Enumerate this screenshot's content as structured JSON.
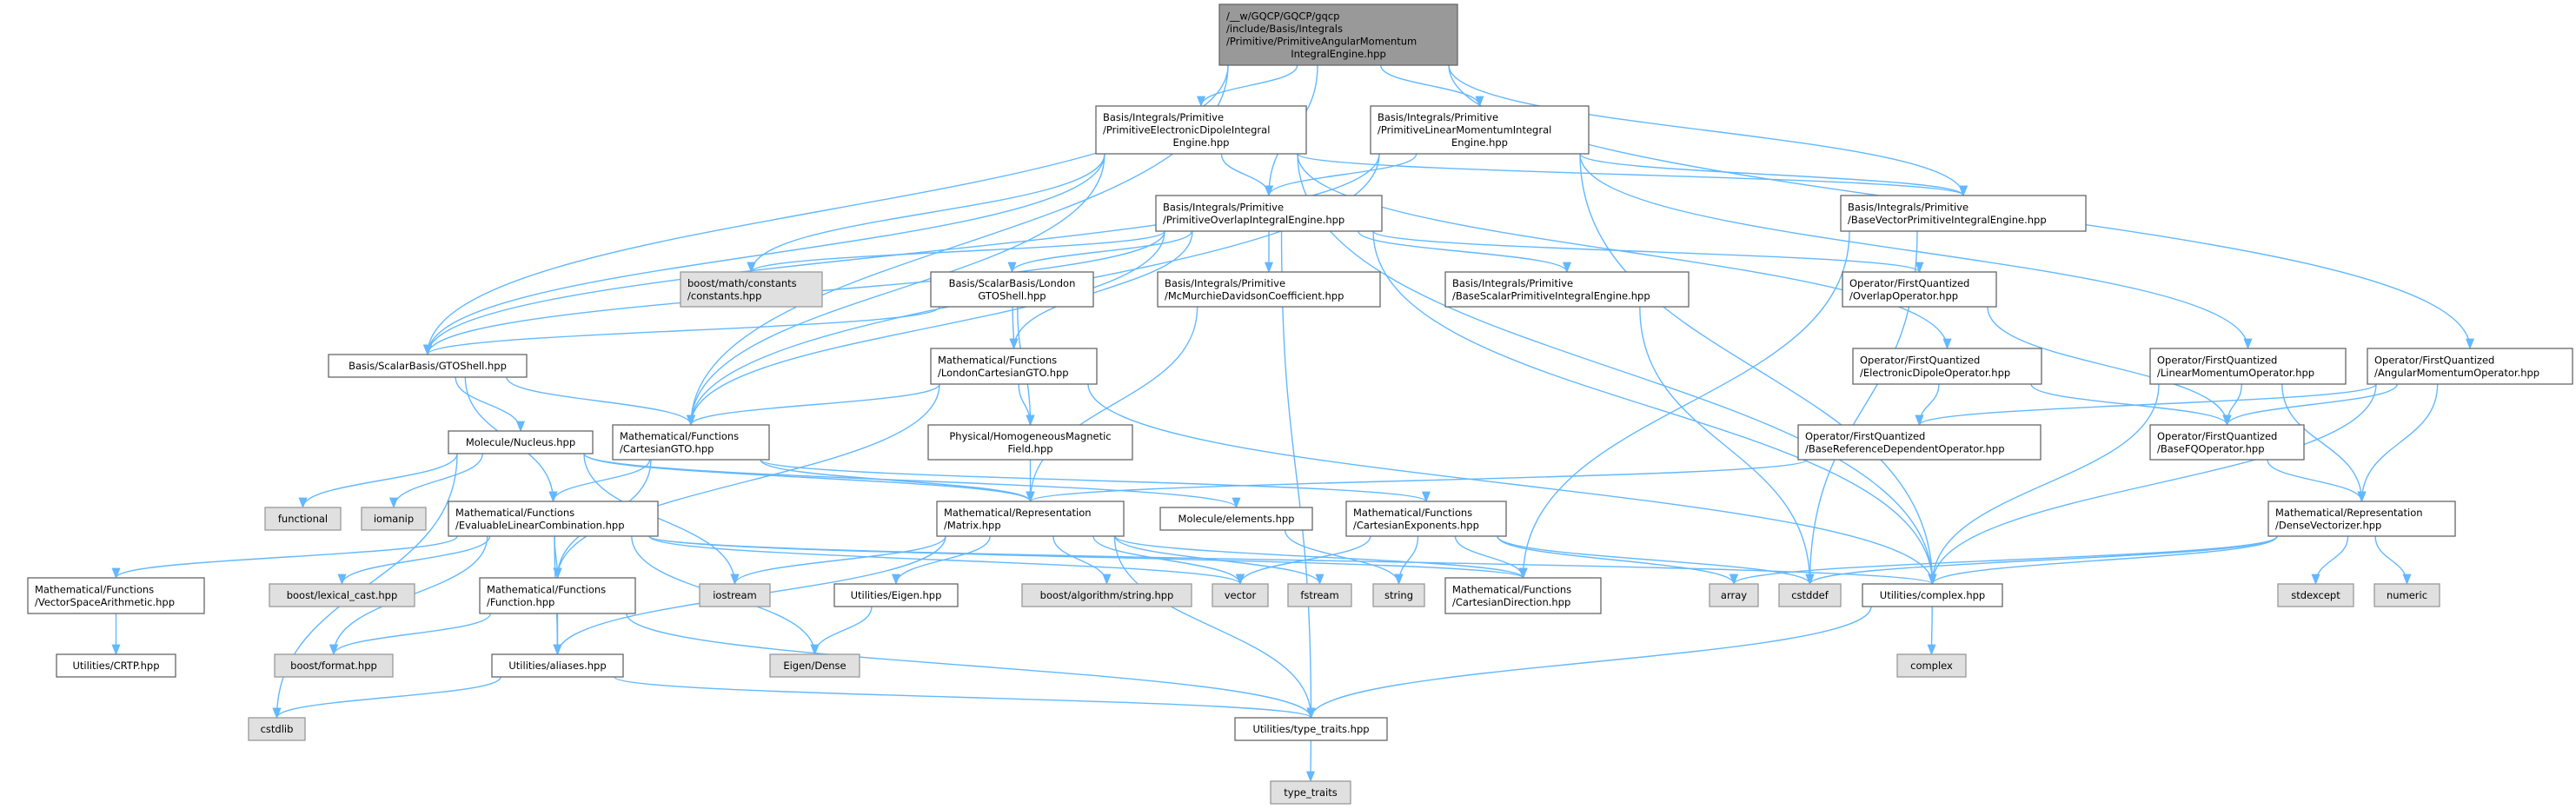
{
  "graph": {
    "colors": {
      "edge": "#63b8ff",
      "root_fill": "#999999",
      "file_fill": "#ffffff",
      "system_fill": "#e0e0e0",
      "border_file": "#666666",
      "border_system": "#999999"
    },
    "nodes": [
      {
        "id": "root",
        "kind": "root",
        "label": [
          "/__w/GQCP/GQCP/gqcp",
          "/include/Basis/Integrals",
          "/Primitive/PrimitiveAngularMomentum",
          "IntegralEngine.hpp"
        ]
      },
      {
        "id": "edip",
        "kind": "file",
        "label": [
          "Basis/Integrals/Primitive",
          "/PrimitiveElectronicDipoleIntegral",
          "Engine.hpp"
        ]
      },
      {
        "id": "linm",
        "kind": "file",
        "label": [
          "Basis/Integrals/Primitive",
          "/PrimitiveLinearMomentumIntegral",
          "Engine.hpp"
        ]
      },
      {
        "id": "ovl",
        "kind": "file",
        "label": [
          "Basis/Integrals/Primitive",
          "/PrimitiveOverlapIntegralEngine.hpp"
        ]
      },
      {
        "id": "bvec",
        "kind": "file",
        "label": [
          "Basis/Integrals/Primitive",
          "/BaseVectorPrimitiveIntegralEngine.hpp"
        ]
      },
      {
        "id": "bconst",
        "kind": "system",
        "label": [
          "boost/math/constants",
          "/constants.hpp"
        ]
      },
      {
        "id": "lgto",
        "kind": "file",
        "label": [
          "Basis/ScalarBasis/London",
          "GTOShell.hpp"
        ]
      },
      {
        "id": "mcm",
        "kind": "file",
        "label": [
          "Basis/Integrals/Primitive",
          "/McMurchieDavidsonCoefficient.hpp"
        ]
      },
      {
        "id": "bscal",
        "kind": "file",
        "label": [
          "Basis/Integrals/Primitive",
          "/BaseScalarPrimitiveIntegralEngine.hpp"
        ]
      },
      {
        "id": "ovop",
        "kind": "file",
        "label": [
          "Operator/FirstQuantized",
          "/OverlapOperator.hpp"
        ]
      },
      {
        "id": "gto",
        "kind": "file",
        "label": [
          "Basis/ScalarBasis/GTOShell.hpp"
        ]
      },
      {
        "id": "lcgto",
        "kind": "file",
        "label": [
          "Mathematical/Functions",
          "/LondonCartesianGTO.hpp"
        ]
      },
      {
        "id": "edop",
        "kind": "file",
        "label": [
          "Operator/FirstQuantized",
          "/ElectronicDipoleOperator.hpp"
        ]
      },
      {
        "id": "lmop",
        "kind": "file",
        "label": [
          "Operator/FirstQuantized",
          "/LinearMomentumOperator.hpp"
        ]
      },
      {
        "id": "amop",
        "kind": "file",
        "label": [
          "Operator/FirstQuantized",
          "/AngularMomentumOperator.hpp"
        ]
      },
      {
        "id": "nuc",
        "kind": "file",
        "label": [
          "Molecule/Nucleus.hpp"
        ]
      },
      {
        "id": "cgto",
        "kind": "file",
        "label": [
          "Mathematical/Functions",
          "/CartesianGTO.hpp"
        ]
      },
      {
        "id": "hmf",
        "kind": "file",
        "label": [
          "Physical/HomogeneousMagnetic",
          "Field.hpp"
        ]
      },
      {
        "id": "brdo",
        "kind": "file",
        "label": [
          "Operator/FirstQuantized",
          "/BaseReferenceDependentOperator.hpp"
        ]
      },
      {
        "id": "bfq",
        "kind": "file",
        "label": [
          "Operator/FirstQuantized",
          "/BaseFQOperator.hpp"
        ]
      },
      {
        "id": "functional",
        "kind": "system",
        "label": [
          "functional"
        ]
      },
      {
        "id": "iomanip",
        "kind": "system",
        "label": [
          "iomanip"
        ]
      },
      {
        "id": "elc",
        "kind": "file",
        "label": [
          "Mathematical/Functions",
          "/EvaluableLinearCombination.hpp"
        ]
      },
      {
        "id": "mat",
        "kind": "file",
        "label": [
          "Mathematical/Representation",
          "/Matrix.hpp"
        ]
      },
      {
        "id": "elem",
        "kind": "file",
        "label": [
          "Molecule/elements.hpp"
        ]
      },
      {
        "id": "cexp",
        "kind": "file",
        "label": [
          "Mathematical/Functions",
          "/CartesianExponents.hpp"
        ]
      },
      {
        "id": "dv",
        "kind": "file",
        "label": [
          "Mathematical/Representation",
          "/DenseVectorizer.hpp"
        ]
      },
      {
        "id": "vsa",
        "kind": "file",
        "label": [
          "Mathematical/Functions",
          "/VectorSpaceArithmetic.hpp"
        ]
      },
      {
        "id": "lex",
        "kind": "system",
        "label": [
          "boost/lexical_cast.hpp"
        ]
      },
      {
        "id": "func",
        "kind": "file",
        "label": [
          "Mathematical/Functions",
          "/Function.hpp"
        ]
      },
      {
        "id": "iostream",
        "kind": "system",
        "label": [
          "iostream"
        ]
      },
      {
        "id": "ueig",
        "kind": "file",
        "label": [
          "Utilities/Eigen.hpp"
        ]
      },
      {
        "id": "balg",
        "kind": "system",
        "label": [
          "boost/algorithm/string.hpp"
        ]
      },
      {
        "id": "vector",
        "kind": "system",
        "label": [
          "vector"
        ]
      },
      {
        "id": "fstream",
        "kind": "system",
        "label": [
          "fstream"
        ]
      },
      {
        "id": "string",
        "kind": "system",
        "label": [
          "string"
        ]
      },
      {
        "id": "cdir",
        "kind": "file",
        "label": [
          "Mathematical/Functions",
          "/CartesianDirection.hpp"
        ]
      },
      {
        "id": "array",
        "kind": "system",
        "label": [
          "array"
        ]
      },
      {
        "id": "cstddef",
        "kind": "system",
        "label": [
          "cstddef"
        ]
      },
      {
        "id": "ucx",
        "kind": "file",
        "label": [
          "Utilities/complex.hpp"
        ]
      },
      {
        "id": "stdexcept",
        "kind": "system",
        "label": [
          "stdexcept"
        ]
      },
      {
        "id": "numeric",
        "kind": "system",
        "label": [
          "numeric"
        ]
      },
      {
        "id": "crtp",
        "kind": "file",
        "label": [
          "Utilities/CRTP.hpp"
        ]
      },
      {
        "id": "bfmt",
        "kind": "system",
        "label": [
          "boost/format.hpp"
        ]
      },
      {
        "id": "alias",
        "kind": "file",
        "label": [
          "Utilities/aliases.hpp"
        ]
      },
      {
        "id": "edense",
        "kind": "system",
        "label": [
          "Eigen/Dense"
        ]
      },
      {
        "id": "ccomplex",
        "kind": "system",
        "label": [
          "complex"
        ]
      },
      {
        "id": "cstdlib",
        "kind": "system",
        "label": [
          "cstdlib"
        ]
      },
      {
        "id": "utt",
        "kind": "file",
        "label": [
          "Utilities/type_traits.hpp"
        ]
      },
      {
        "id": "tt",
        "kind": "system",
        "label": [
          "type_traits"
        ]
      }
    ],
    "edges": [
      [
        "root",
        "edip"
      ],
      [
        "root",
        "linm"
      ],
      [
        "root",
        "ovl"
      ],
      [
        "root",
        "gto"
      ],
      [
        "root",
        "cgto"
      ],
      [
        "root",
        "bvec"
      ],
      [
        "root",
        "amop"
      ],
      [
        "edip",
        "ovl"
      ],
      [
        "edip",
        "bvec"
      ],
      [
        "edip",
        "bconst"
      ],
      [
        "edip",
        "gto"
      ],
      [
        "edip",
        "cgto"
      ],
      [
        "edip",
        "edop"
      ],
      [
        "edip",
        "ucx"
      ],
      [
        "linm",
        "ovl"
      ],
      [
        "linm",
        "bvec"
      ],
      [
        "linm",
        "gto"
      ],
      [
        "linm",
        "cgto"
      ],
      [
        "linm",
        "lmop"
      ],
      [
        "linm",
        "ucx"
      ],
      [
        "ovl",
        "bconst"
      ],
      [
        "ovl",
        "lgto"
      ],
      [
        "ovl",
        "mcm"
      ],
      [
        "ovl",
        "bscal"
      ],
      [
        "ovl",
        "ovop"
      ],
      [
        "ovl",
        "gto"
      ],
      [
        "ovl",
        "cgto"
      ],
      [
        "ovl",
        "lcgto"
      ],
      [
        "ovl",
        "utt"
      ],
      [
        "ovl",
        "ucx"
      ],
      [
        "lgto",
        "gto"
      ],
      [
        "lgto",
        "lcgto"
      ],
      [
        "lgto",
        "hmf"
      ],
      [
        "mcm",
        "mat"
      ],
      [
        "bscal",
        "cstddef"
      ],
      [
        "bvec",
        "cstddef"
      ],
      [
        "bvec",
        "cdir"
      ],
      [
        "ovop",
        "bfq"
      ],
      [
        "edop",
        "brdo"
      ],
      [
        "edop",
        "bfq"
      ],
      [
        "lmop",
        "bfq"
      ],
      [
        "lmop",
        "dv"
      ],
      [
        "lmop",
        "ucx"
      ],
      [
        "amop",
        "brdo"
      ],
      [
        "amop",
        "bfq"
      ],
      [
        "amop",
        "dv"
      ],
      [
        "amop",
        "ucx"
      ],
      [
        "gto",
        "nuc"
      ],
      [
        "gto",
        "cgto"
      ],
      [
        "gto",
        "elc"
      ],
      [
        "lcgto",
        "cgto"
      ],
      [
        "lcgto",
        "hmf"
      ],
      [
        "lcgto",
        "func"
      ],
      [
        "lcgto",
        "ucx"
      ],
      [
        "nuc",
        "functional"
      ],
      [
        "nuc",
        "iomanip"
      ],
      [
        "nuc",
        "iostream"
      ],
      [
        "nuc",
        "cstdlib"
      ],
      [
        "nuc",
        "mat"
      ],
      [
        "nuc",
        "elem"
      ],
      [
        "cgto",
        "elc"
      ],
      [
        "cgto",
        "func"
      ],
      [
        "cgto",
        "mat"
      ],
      [
        "cgto",
        "cexp"
      ],
      [
        "elc",
        "vsa"
      ],
      [
        "elc",
        "lex"
      ],
      [
        "elc",
        "bfmt"
      ],
      [
        "elc",
        "func"
      ],
      [
        "elc",
        "alias"
      ],
      [
        "elc",
        "edense"
      ],
      [
        "elc",
        "vector"
      ],
      [
        "elc",
        "cdir"
      ],
      [
        "elc",
        "ucx"
      ],
      [
        "func",
        "bfmt"
      ],
      [
        "func",
        "alias"
      ],
      [
        "func",
        "utt"
      ],
      [
        "alias",
        "cstdlib"
      ],
      [
        "alias",
        "utt"
      ],
      [
        "vsa",
        "crtp"
      ],
      [
        "hmf",
        "mat"
      ],
      [
        "mat",
        "ueig"
      ],
      [
        "mat",
        "balg"
      ],
      [
        "mat",
        "vector"
      ],
      [
        "mat",
        "fstream"
      ],
      [
        "mat",
        "iostream"
      ],
      [
        "mat",
        "alias"
      ],
      [
        "mat",
        "utt"
      ],
      [
        "mat",
        "cdir"
      ],
      [
        "elem",
        "string"
      ],
      [
        "cexp",
        "vector"
      ],
      [
        "cexp",
        "string"
      ],
      [
        "cexp",
        "cdir"
      ],
      [
        "cexp",
        "array"
      ],
      [
        "cexp",
        "cstddef"
      ],
      [
        "brdo",
        "mat"
      ],
      [
        "bfq",
        "dv"
      ],
      [
        "dv",
        "stdexcept"
      ],
      [
        "dv",
        "numeric"
      ],
      [
        "dv",
        "array"
      ],
      [
        "dv",
        "cstddef"
      ],
      [
        "dv",
        "ucx"
      ],
      [
        "ueig",
        "edense"
      ],
      [
        "ucx",
        "ccomplex"
      ],
      [
        "ucx",
        "utt"
      ],
      [
        "utt",
        "tt"
      ]
    ]
  }
}
